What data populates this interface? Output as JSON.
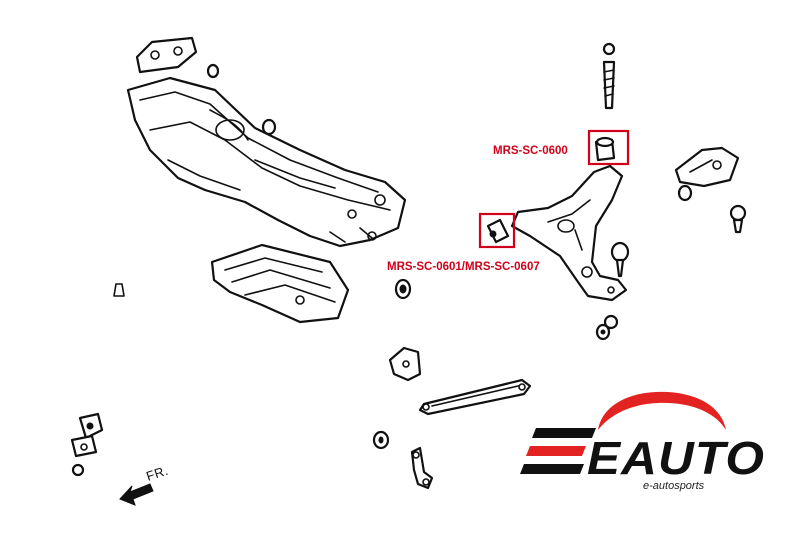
{
  "callouts": [
    {
      "label": "MRS-SC-0600"
    },
    {
      "label": "MRS-SC-0601/MRS-SC-0607"
    }
  ],
  "direction_label": "FR.",
  "logo": {
    "wordmark": "EAUTO",
    "tagline": "e-autosports"
  },
  "colors": {
    "highlight": "#d0021b",
    "logo_red": "#e32222",
    "logo_dark": "#111111",
    "line_art": "#111111"
  }
}
